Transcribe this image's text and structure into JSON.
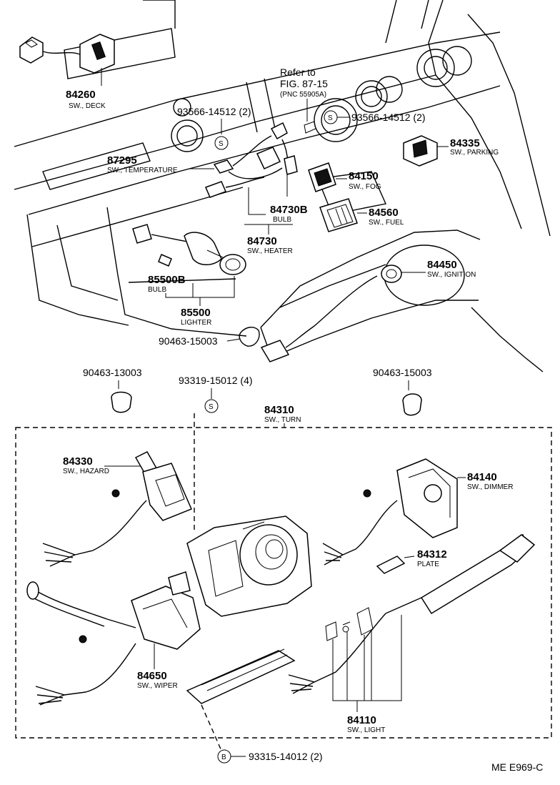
{
  "callouts": {
    "c84260": {
      "num": "84260",
      "name": "SW., DECK"
    },
    "refer1": "Refer to",
    "refer2": "FIG. 87-15",
    "pnc": "(PNC 55905A)",
    "s93566": "93566-14512 (2)",
    "s93566b": "93566-14512 (2)",
    "s_symbol": "S",
    "b_symbol": "B",
    "c84335": {
      "num": "84335",
      "name": "SW., PARKING"
    },
    "c87295": {
      "num": "87295",
      "name": "SW., TEMPERATURE"
    },
    "c84150": {
      "num": "84150",
      "name": "SW., FOG"
    },
    "c84730b": {
      "num": "84730B",
      "name": "BULB"
    },
    "c84560": {
      "num": "84560",
      "name": "SW., FUEL"
    },
    "c84730": {
      "num": "84730",
      "name": "SW., HEATER"
    },
    "c84450": {
      "num": "84450",
      "name": "SW., IGNITION"
    },
    "c85500b": {
      "num": "85500B",
      "name": "BULB"
    },
    "c85500": {
      "num": "85500",
      "name": "LIGHTER"
    },
    "c90463a": "90463-15003",
    "c90463b": "90463-13003",
    "c93319": "93319-15012 (4)",
    "c90463c": "90463-15003",
    "c84310": {
      "num": "84310",
      "name": "SW., TURN"
    },
    "c84330": {
      "num": "84330",
      "name": "SW., HAZARD"
    },
    "c84140": {
      "num": "84140",
      "name": "SW., DIMMER"
    },
    "c84312": {
      "num": "84312",
      "name": "PLATE"
    },
    "c84650": {
      "num": "84650",
      "name": "SW., WIPER"
    },
    "c84110": {
      "num": "84110",
      "name": "SW., LIGHT"
    },
    "c93315": "93315-14012 (2)",
    "figure_code": "ME E969-C"
  }
}
